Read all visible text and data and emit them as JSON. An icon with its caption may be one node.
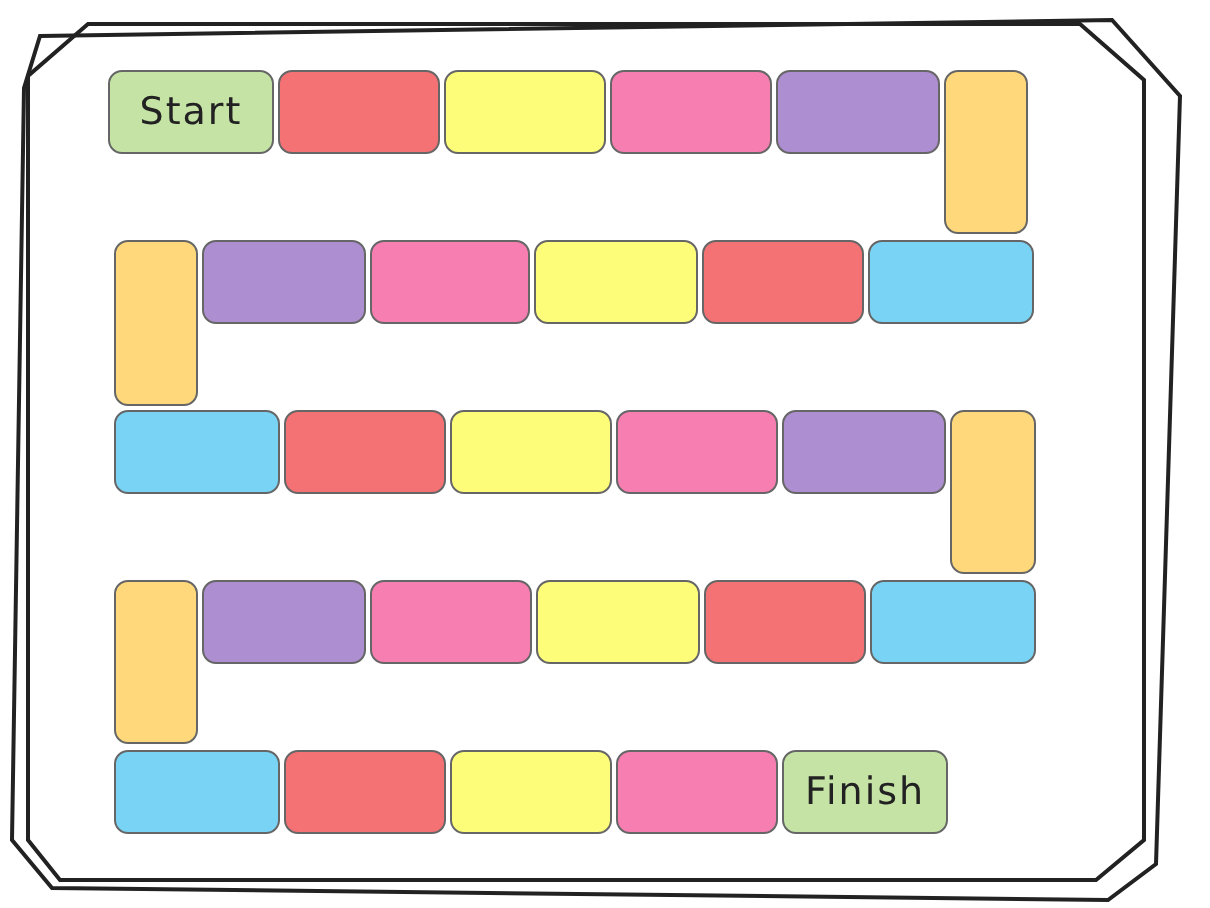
{
  "diagram": {
    "nodes": [
      {
        "text": [
          "Start"
        ]
      },
      {
        "text": [],
        "shape": "box"
      },
      {
        "text": [],
        "shape": "box"
      },
      {
        "text": [],
        "shape": "box"
      },
      {
        "text": [],
        "shape": "box"
      },
      {
        "text": [],
        "shape": "box"
      },
      {
        "text": [],
        "shape": "box"
      },
      {
        "text": [],
        "shape": "box"
      },
      {
        "text": [],
        "shape": "box"
      },
      {
        "text": [],
        "shape": "box"
      },
      {
        "text": [],
        "shape": "box"
      },
      {
        "text": [],
        "shape": "box"
      },
      {
        "text": [],
        "shape": "box"
      },
      {
        "text": [],
        "shape": "box"
      },
      {
        "text": [],
        "shape": "box"
      },
      {
        "text": [],
        "shape": "box"
      },
      {
        "text": [],
        "shape": "box"
      },
      {
        "text": [],
        "shape": "box"
      },
      {
        "text": [],
        "shape": "box"
      },
      {
        "text": [],
        "shape": "box"
      },
      {
        "text": [],
        "shape": "box"
      },
      {
        "text": [],
        "shape": "box"
      },
      {
        "text": [],
        "shape": "box"
      },
      {
        "text": [],
        "shape": "box"
      },
      {
        "text": [],
        "shape": "box"
      },
      {
        "text": [],
        "shape": "box"
      },
      {
        "text": [],
        "shape": "box"
      },
      {
        "text": [],
        "shape": "box"
      },
      {
        "text": [
          "Finish"
        ]
      }
    ]
  }
}
